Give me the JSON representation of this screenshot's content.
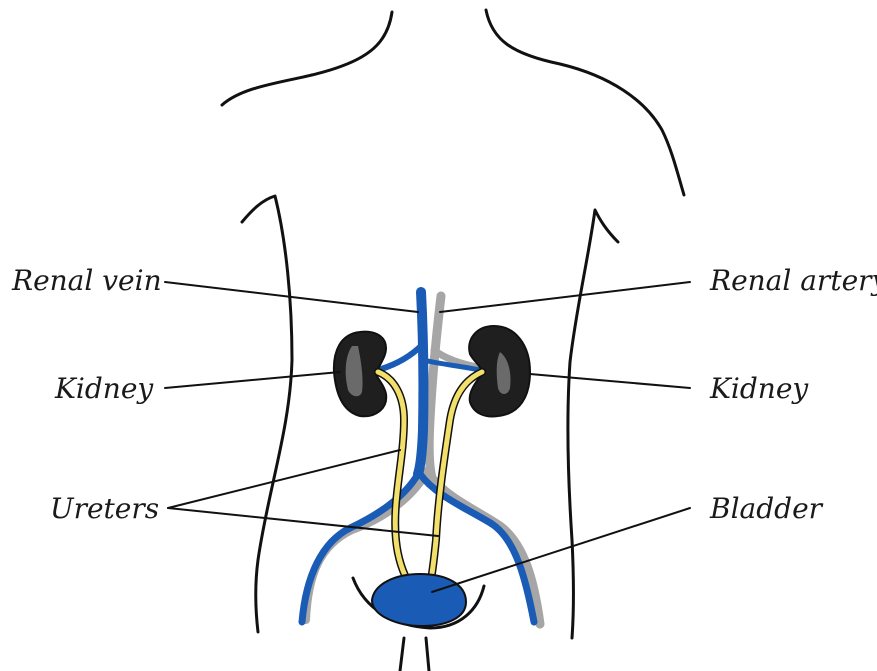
{
  "labels": {
    "renal_vein": "Renal vein",
    "renal_artery": "Renal artery",
    "kidney_left": "Kidney",
    "kidney_right": "Kidney",
    "ureters": "Ureters",
    "bladder": "Bladder"
  },
  "colors": {
    "vein": "#1a5bb5",
    "artery": "#a6a6a6",
    "ureter": "#f2e06a",
    "kidney": "#1f1f1f",
    "kidney_highlight": "#6a6a6a",
    "bladder": "#1a5bb5",
    "outline": "#111111"
  }
}
